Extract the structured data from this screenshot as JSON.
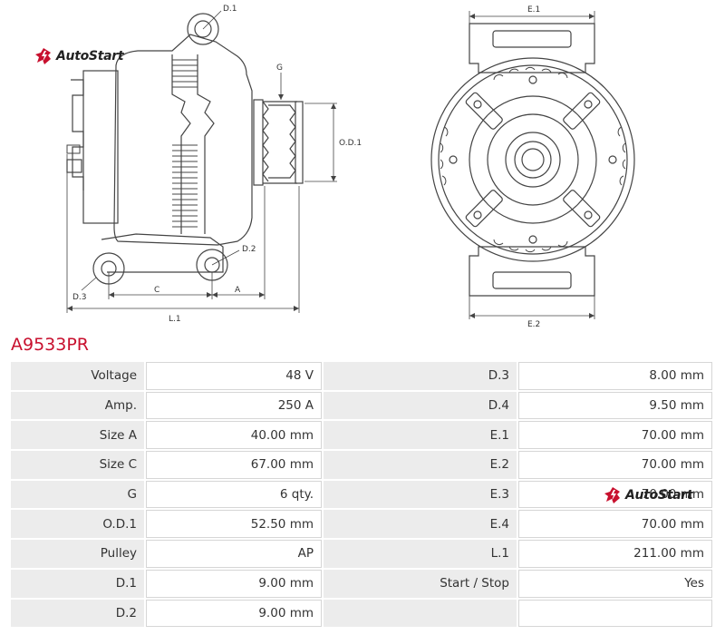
{
  "brand": {
    "name": "AutoStart",
    "accent": "#c8102e"
  },
  "part_number": "A9533PR",
  "diagram_labels": {
    "d1": "D.1",
    "g": "G",
    "od1": "O.D.1",
    "d2": "D.2",
    "d3": "D.3",
    "c": "C",
    "a": "A",
    "l1": "L.1",
    "e1": "E.1",
    "e2": "E.2"
  },
  "specs": [
    {
      "left_label": "Voltage",
      "left_value": "48 V",
      "right_label": "D.3",
      "right_value": "8.00 mm"
    },
    {
      "left_label": "Amp.",
      "left_value": "250 A",
      "right_label": "D.4",
      "right_value": "9.50 mm"
    },
    {
      "left_label": "Size A",
      "left_value": "40.00 mm",
      "right_label": "E.1",
      "right_value": "70.00 mm"
    },
    {
      "left_label": "Size C",
      "left_value": "67.00 mm",
      "right_label": "E.2",
      "right_value": "70.00 mm"
    },
    {
      "left_label": "G",
      "left_value": "6 qty.",
      "right_label": "E.3",
      "right_value": "70.00 mm"
    },
    {
      "left_label": "O.D.1",
      "left_value": "52.50 mm",
      "right_label": "E.4",
      "right_value": "70.00 mm"
    },
    {
      "left_label": "Pulley",
      "left_value": "AP",
      "right_label": "L.1",
      "right_value": "211.00 mm"
    },
    {
      "left_label": "D.1",
      "left_value": "9.00 mm",
      "right_label": "Start / Stop",
      "right_value": "Yes"
    },
    {
      "left_label": "D.2",
      "left_value": "9.00 mm",
      "right_label": "",
      "right_value": ""
    }
  ]
}
